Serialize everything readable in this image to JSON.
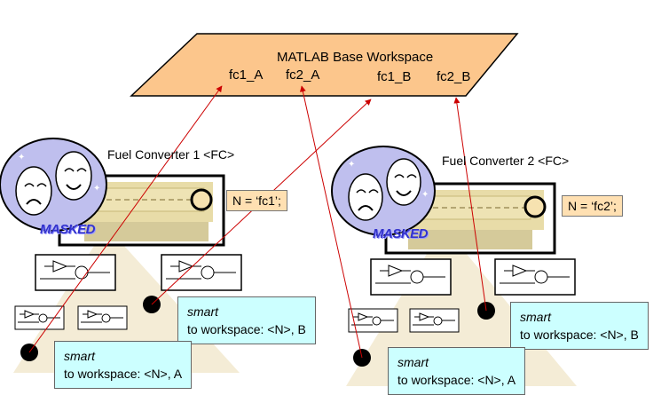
{
  "workspace": {
    "title": "MATLAB Base Workspace",
    "variables": [
      "fc1_A",
      "fc2_A",
      "fc1_B",
      "fc2_B"
    ]
  },
  "converters": [
    {
      "title": "Fuel Converter 1 <FC>",
      "mask_label": "MASKED",
      "n_param": "N = ‘fc1’;",
      "callout_b": {
        "keyword": "smart",
        "text": "to workspace: <N>, B"
      },
      "callout_a": {
        "keyword": "smart",
        "text": "to workspace: <N>, A"
      }
    },
    {
      "title": "Fuel Converter 2 <FC>",
      "mask_label": "MASKED",
      "n_param": "N = ‘fc2’;",
      "callout_b": {
        "keyword": "smart",
        "text": "to workspace: <N>, B"
      },
      "callout_a": {
        "keyword": "smart",
        "text": "to workspace: <N>, A"
      }
    }
  ],
  "colors": {
    "workspace_fill": "#fcc68c",
    "arrow": "#cc0000",
    "callout_fill": "#ccffff",
    "param_fill": "#ffe0b2",
    "mask_text": "#3333cc",
    "mask_face": "#bfbfee"
  }
}
